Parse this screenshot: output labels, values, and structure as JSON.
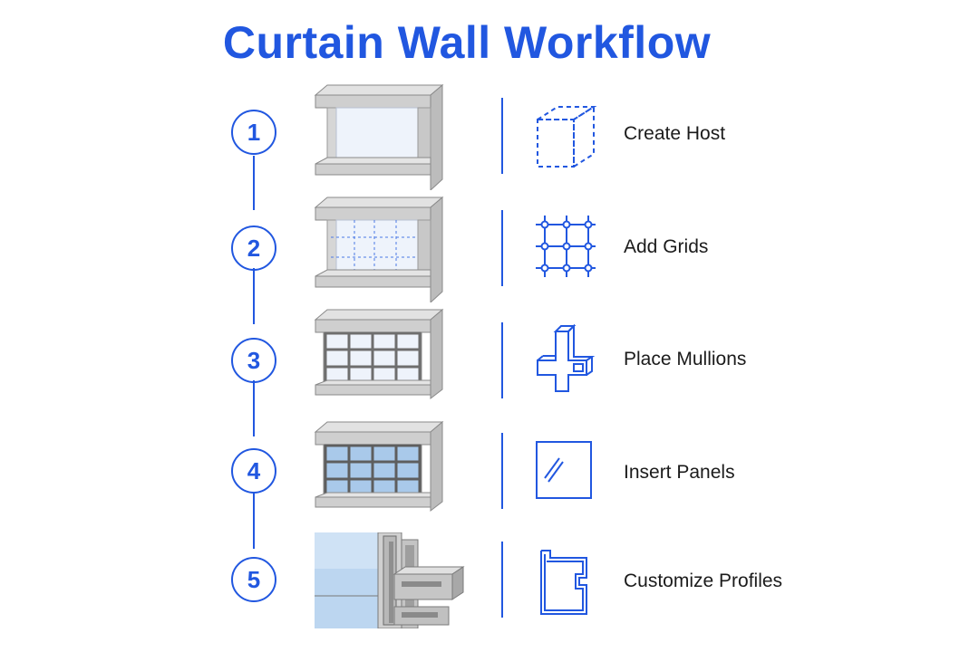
{
  "title": "Curtain Wall Workflow",
  "accent_color": "#2157e0",
  "steps": [
    {
      "number": "1",
      "label": "Create Host",
      "icon": "wireframe-cube-icon"
    },
    {
      "number": "2",
      "label": "Add Grids",
      "icon": "grid-icon"
    },
    {
      "number": "3",
      "label": "Place Mullions",
      "icon": "mullion-icon"
    },
    {
      "number": "4",
      "label": "Insert Panels",
      "icon": "glass-panel-icon"
    },
    {
      "number": "5",
      "label": "Customize Profiles",
      "icon": "profile-icon"
    }
  ]
}
